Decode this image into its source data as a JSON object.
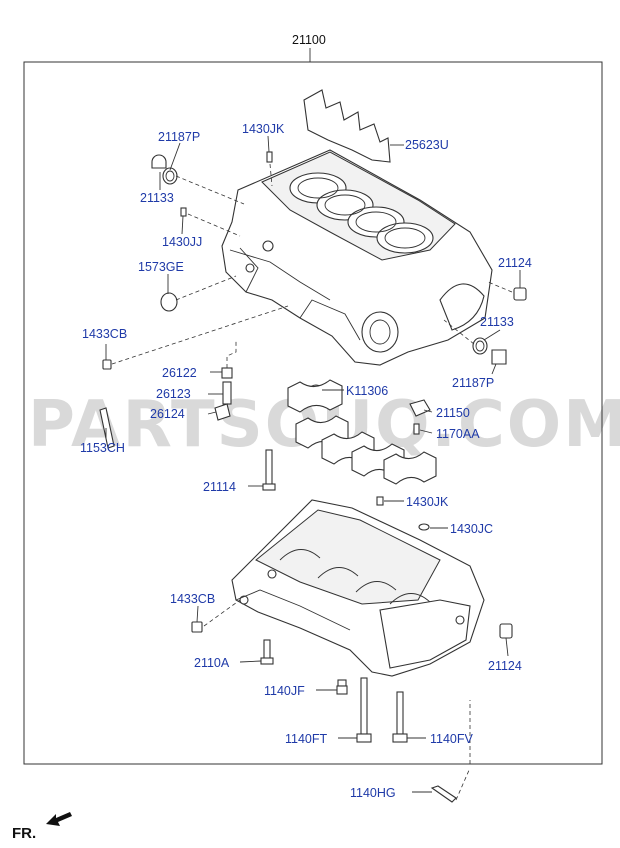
{
  "watermark": "PARTSOUQ.COM",
  "direction_label": "FR.",
  "assembly": "21100",
  "callouts": {
    "p25623U": "25623U",
    "p21187P_top": "21187P",
    "p1430JK_top": "1430JK",
    "p21133_top": "21133",
    "p1430JJ": "1430JJ",
    "p1573GE": "1573GE",
    "p21124_top": "21124",
    "p1433CB_top": "1433CB",
    "p21133_right": "21133",
    "p21187P_right": "21187P",
    "p26122": "26122",
    "p26123": "26123",
    "p26124": "26124",
    "pK11306": "K11306",
    "p21150": "21150",
    "p1170AA": "1170AA",
    "p1153CH": "1153CH",
    "p21114": "21114",
    "p1430JK_mid": "1430JK",
    "p1430JC": "1430JC",
    "p1433CB_bot": "1433CB",
    "p2110A": "2110A",
    "p21124_bot": "21124",
    "p1140JF": "1140JF",
    "p1140FT": "1140FT",
    "p1140FV": "1140FV",
    "p1140HG": "1140HG"
  }
}
